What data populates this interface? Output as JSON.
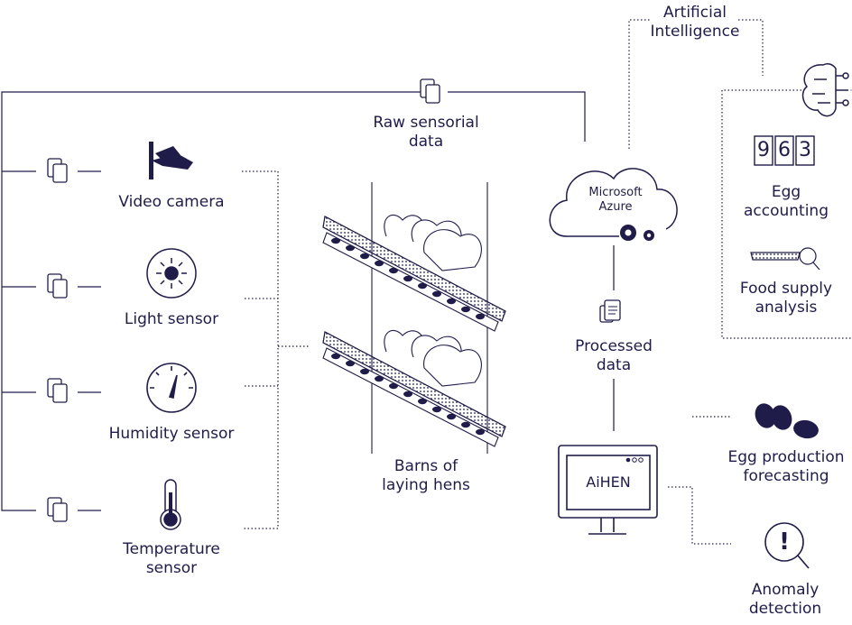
{
  "top_flow": {
    "raw_label_1": "Raw sensorial",
    "raw_label_2": "data"
  },
  "ai": {
    "label_1": "Artificial",
    "label_2": "Intelligence"
  },
  "sensors": [
    {
      "label_1": "Video camera",
      "label_2": ""
    },
    {
      "label_1": "Light sensor",
      "label_2": ""
    },
    {
      "label_1": "Humidity sensor",
      "label_2": ""
    },
    {
      "label_1": "Temperature",
      "label_2": "sensor"
    }
  ],
  "barns": {
    "label_1": "Barns of",
    "label_2": "laying hens"
  },
  "cloud": {
    "label_1": "Microsoft",
    "label_2": "Azure"
  },
  "processed": {
    "label_1": "Processed",
    "label_2": "data"
  },
  "aihen": {
    "screen_label": "AiHEN"
  },
  "ai_outputs": {
    "counter_digits": [
      "9",
      "6",
      "3"
    ],
    "egg_accounting_1": "Egg",
    "egg_accounting_2": "accounting",
    "food_1": "Food supply",
    "food_2": "analysis"
  },
  "outputs": {
    "forecast_1": "Egg production",
    "forecast_2": "forecasting",
    "anomaly_1": "Anomaly",
    "anomaly_2": "detection",
    "anomaly_symbol": "!"
  },
  "colors": {
    "ink": "#1f1c4a",
    "line": "#1f1c4a",
    "dotted": "#1f1c4a",
    "bg": "#ffffff"
  }
}
